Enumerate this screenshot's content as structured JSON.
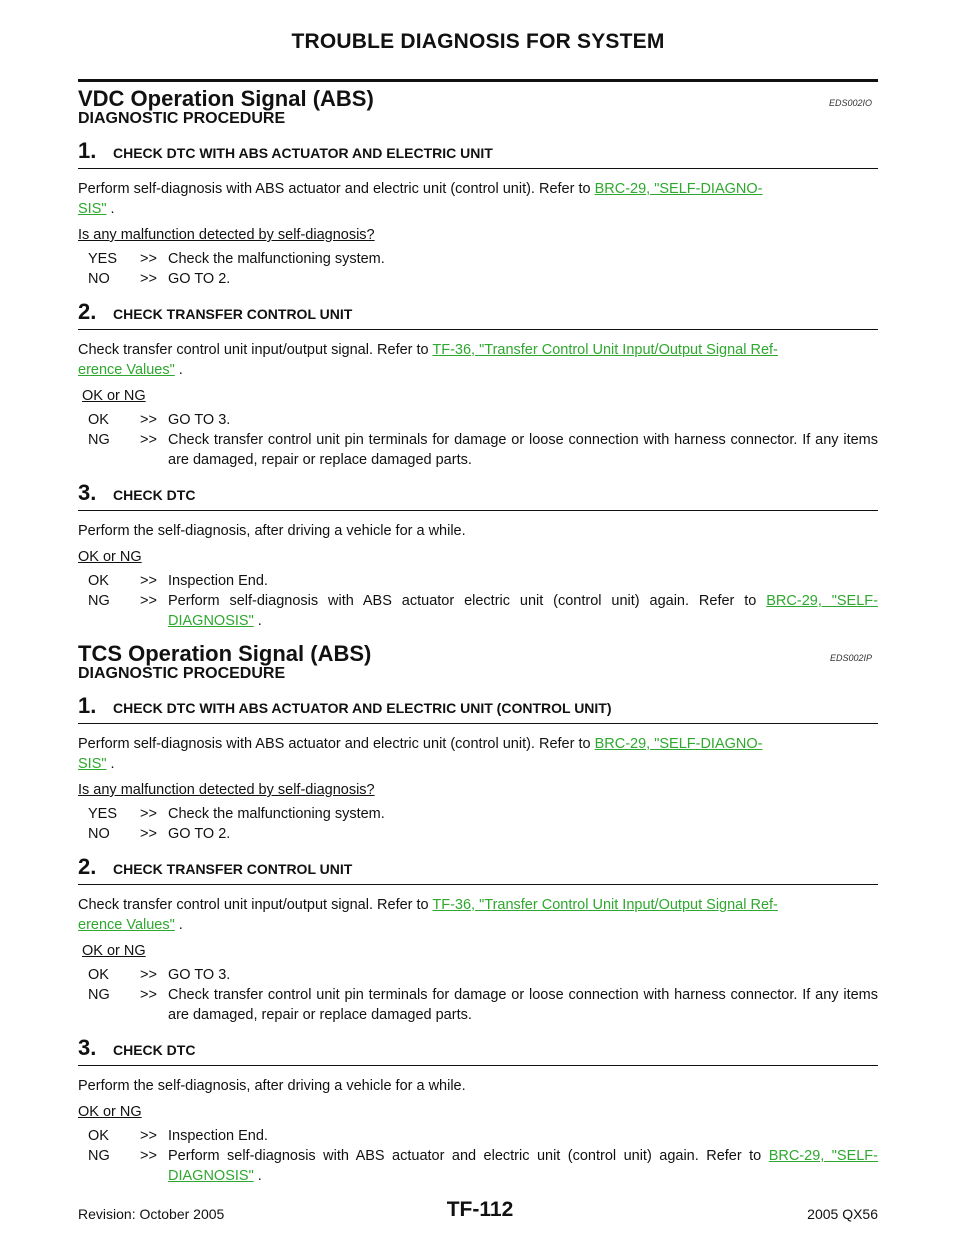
{
  "header": {
    "title": "TROUBLE DIAGNOSIS FOR SYSTEM"
  },
  "sections": [
    {
      "title": "VDC Operation Signal (ABS)",
      "code": "EDS002IO",
      "subhead": "DIAGNOSTIC PROCEDURE",
      "steps": [
        {
          "num": "1.",
          "title": "CHECK DTC WITH ABS ACTUATOR AND ELECTRIC UNIT",
          "text_before": "Perform self-diagnosis with ABS actuator and electric unit (control unit). Refer to ",
          "link_a": "BRC-29, \"SELF-DIAGNO-",
          "link_b": "SIS\"",
          "text_after": " .",
          "question": "Is any malfunction detected by self-diagnosis?",
          "answers": [
            {
              "key": "YES",
              "arrow": ">>",
              "text": "Check the malfunctioning system."
            },
            {
              "key": "NO",
              "arrow": ">>",
              "text": "GO TO 2."
            }
          ]
        },
        {
          "num": "2.",
          "title": "CHECK TRANSFER CONTROL UNIT",
          "text_before": "Check transfer control unit input/output signal. Refer to ",
          "link_a": "TF-36, \"Transfer Control Unit Input/Output Signal Ref-",
          "link_b": "erence Values\"",
          "text_after": " .",
          "question": "OK or NG",
          "answers": [
            {
              "key": "OK",
              "arrow": ">>",
              "text": "GO TO 3."
            },
            {
              "key": "NG",
              "arrow": ">>",
              "text": "Check transfer control unit pin terminals for damage or loose connection with harness connector. If any items are damaged, repair or replace damaged parts."
            }
          ]
        },
        {
          "num": "3.",
          "title": "CHECK DTC",
          "text_before": "Perform the self-diagnosis, after driving a vehicle for a while.",
          "question": "OK or NG",
          "answers": [
            {
              "key": "OK",
              "arrow": ">>",
              "text": "Inspection End."
            },
            {
              "key": "NG",
              "arrow": ">>",
              "text": "Perform self-diagnosis with ABS actuator electric unit (control unit) again. Refer to ",
              "link": "BRC-29, \"SELF-DIAGNOSIS\"",
              "after": " ."
            }
          ]
        }
      ]
    },
    {
      "title": "TCS Operation Signal (ABS)",
      "code": "EDS002IP",
      "subhead": "DIAGNOSTIC PROCEDURE",
      "steps": [
        {
          "num": "1.",
          "title": "CHECK DTC WITH ABS ACTUATOR AND ELECTRIC UNIT (CONTROL UNIT)",
          "text_before": "Perform self-diagnosis with ABS actuator and electric unit (control unit). Refer to ",
          "link_a": "BRC-29, \"SELF-DIAGNO-",
          "link_b": "SIS\"",
          "text_after": " .",
          "question": "Is any malfunction detected by self-diagnosis?",
          "answers": [
            {
              "key": "YES",
              "arrow": ">>",
              "text": "Check the malfunctioning system."
            },
            {
              "key": "NO",
              "arrow": ">>",
              "text": "GO TO 2."
            }
          ]
        },
        {
          "num": "2.",
          "title": "CHECK TRANSFER CONTROL UNIT",
          "text_before": "Check transfer control unit input/output signal. Refer to ",
          "link_a": "TF-36, \"Transfer Control Unit Input/Output Signal Ref-",
          "link_b": "erence Values\"",
          "text_after": " .",
          "question": "OK or NG",
          "answers": [
            {
              "key": "OK",
              "arrow": ">>",
              "text": "GO TO 3."
            },
            {
              "key": "NG",
              "arrow": ">>",
              "text": "Check transfer control unit pin terminals for damage or loose connection with harness connector. If any items are damaged, repair or replace damaged parts."
            }
          ]
        },
        {
          "num": "3.",
          "title": "CHECK DTC",
          "text_before": "Perform the self-diagnosis, after driving a vehicle for a while.",
          "question": "OK or NG",
          "answers": [
            {
              "key": "OK",
              "arrow": ">>",
              "text": "Inspection End."
            },
            {
              "key": "NG",
              "arrow": ">>",
              "text": "Perform self-diagnosis with ABS actuator and electric unit (control unit) again. Refer to ",
              "link": "BRC-29, \"SELF-DIAGNOSIS\"",
              "after": " ."
            }
          ]
        }
      ]
    }
  ],
  "footer": {
    "revision": "Revision: October 2005",
    "page": "TF-112",
    "model": "2005 QX56"
  },
  "colors": {
    "link": "#2ea82e",
    "text": "#111111"
  }
}
